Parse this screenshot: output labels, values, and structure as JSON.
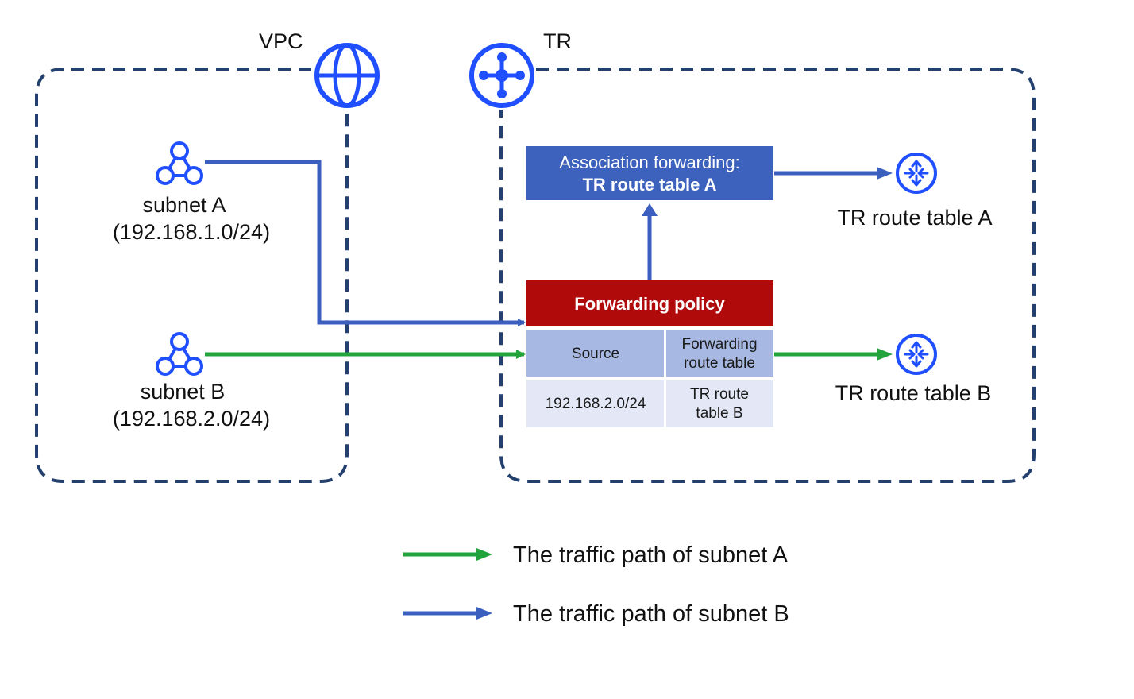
{
  "colors": {
    "accent_blue": "#3a5fbf",
    "icon_blue": "#1f4fff",
    "dash_navy": "#24406e",
    "green": "#22a33b",
    "policy_red": "#b00a0a",
    "assoc_blue": "#3c62bd",
    "header_cell": "#a7b8e3",
    "data_cell": "#e4e8f6"
  },
  "vpc": {
    "label": "VPC",
    "icon": "globe-icon"
  },
  "tr": {
    "label": "TR",
    "icon": "router-hub-icon"
  },
  "subnet_a": {
    "name": "subnet A",
    "cidr": "(192.168.1.0/24)",
    "icon": "subnet-icon"
  },
  "subnet_b": {
    "name": "subnet B",
    "cidr": "(192.168.2.0/24)",
    "icon": "subnet-icon"
  },
  "association_box": {
    "line1": "Association forwarding:",
    "line2": "TR route table A"
  },
  "policy": {
    "title": "Forwarding policy",
    "col_source": "Source",
    "col_table_line1": "Forwarding",
    "col_table_line2": "route table",
    "row_source": "192.168.2.0/24",
    "row_table_line1": "TR route",
    "row_table_line2": "table B"
  },
  "route_table_a": {
    "label": "TR route table A",
    "icon": "router-icon"
  },
  "route_table_b": {
    "label": "TR route table B",
    "icon": "router-icon"
  },
  "legend": {
    "green_label": "The traffic path of subnet A",
    "blue_label": "The traffic path of subnet B"
  }
}
